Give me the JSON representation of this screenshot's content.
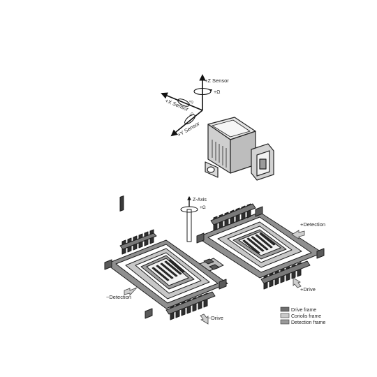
{
  "axes": {
    "z_sensor": "+Z Sensor",
    "x_sensor": "+X Sensor",
    "y_sensor": "+Y Sensor",
    "omega": "+Ω",
    "omega_x": "+Ω",
    "omega_y": "+Ω"
  },
  "mems": {
    "z_axis": "Z-Axis",
    "omega": "+Ω",
    "plus_detection": "+Detection",
    "minus_detection": "−Detection",
    "plus_drive": "+Drive",
    "minus_drive": "−Drive"
  },
  "legend": {
    "items": [
      {
        "label": "Drive frame",
        "color": "#6f6f6f"
      },
      {
        "label": "Coriolis frame",
        "color": "#c9c9c9"
      },
      {
        "label": "Detection frame",
        "color": "#9a9a9a"
      }
    ]
  },
  "colors": {
    "dark": "#3a3a3a",
    "mid": "#8a8a8a",
    "light": "#d4d4d4",
    "outline": "#222222"
  }
}
